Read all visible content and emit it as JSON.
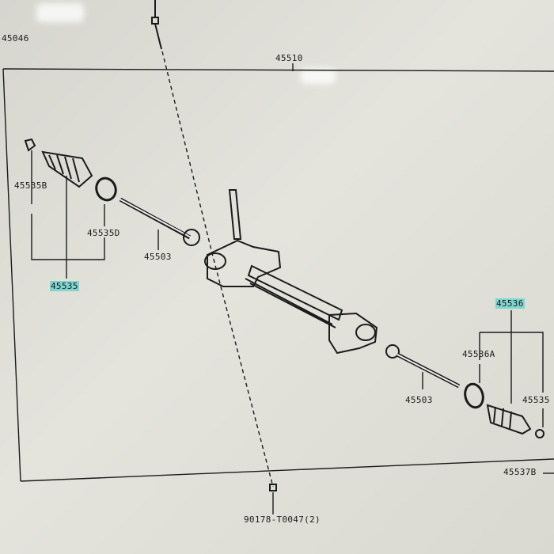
{
  "diagram": {
    "labels": {
      "top_left_ref": "45046",
      "assembly": "45510",
      "left_boot_clamp": "45535B",
      "left_boot_ring": "45535D",
      "left_tie_rod": "45503",
      "left_boot_kit": "45535",
      "right_boot_kit": "45536",
      "right_boot_ring": "45536A",
      "right_tie_rod": "45503",
      "right_boot_clamp": "45535",
      "right_bracket_ref": "45537B",
      "bolt": "90178-T0047(2)"
    },
    "highlight_color": "#7fd6d0",
    "line_color": "#1b1b1b"
  }
}
